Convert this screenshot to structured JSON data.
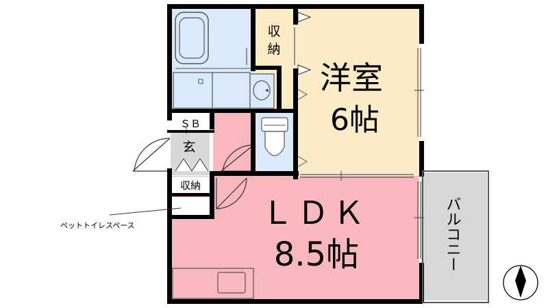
{
  "rooms": {
    "western_room": {
      "name": "洋室",
      "size": "6帖",
      "color": "#fcebc7"
    },
    "ldk": {
      "name": "ＬＤＫ",
      "size": "8.5帖",
      "color": "#f9b8bd"
    },
    "storage_top": {
      "label_line1": "収",
      "label_line2": "納"
    },
    "storage_entry": {
      "label": "収納"
    },
    "shoe_box": {
      "label": "ＳＢ"
    },
    "entrance": {
      "label": "玄"
    },
    "balcony": {
      "label": "バルコニー",
      "color": "#d7d7d7"
    },
    "bath": {
      "color": "#dbeafa"
    }
  },
  "annotation": {
    "pet_toilet": "ペットトイレスペース"
  },
  "colors": {
    "wall": "#000000",
    "gray": "#cfcfcf"
  },
  "icons": {
    "compass": "north-arrow-icon"
  }
}
